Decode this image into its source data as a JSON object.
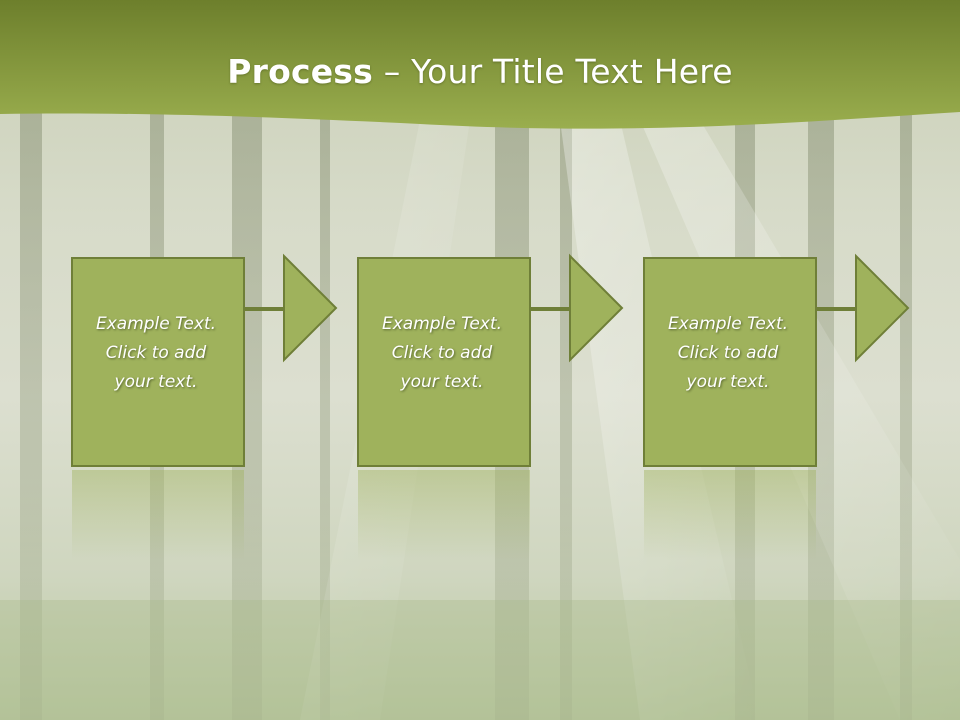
{
  "title": {
    "bold": "Process",
    "separator": "–",
    "rest": "Your Title Text Here"
  },
  "steps": [
    {
      "lines": [
        "Example Text.",
        "Click  to add",
        "your text."
      ]
    },
    {
      "lines": [
        "Example Text.",
        "Click  to add",
        "your text."
      ]
    },
    {
      "lines": [
        "Example Text.",
        "Click  to add",
        "your text."
      ]
    }
  ],
  "colors": {
    "header": "#8a9f3a",
    "box_fill": "#9fb25c",
    "box_border": "#6f7f38",
    "text": "#ffffff"
  }
}
